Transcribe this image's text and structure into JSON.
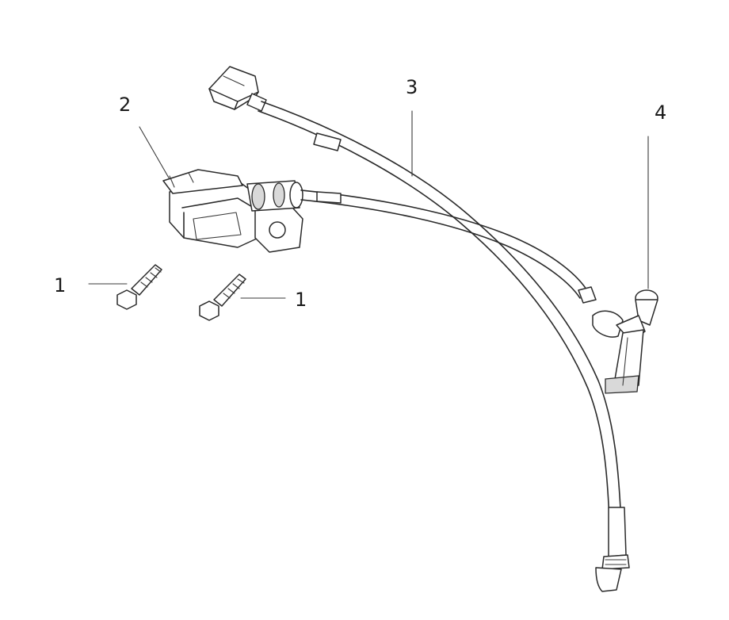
{
  "callouts": {
    "bolt_left": "1",
    "bolt_right": "1",
    "ignition_coil": "2",
    "high_tension_lead": "3",
    "spark_plug_cap": "4"
  }
}
